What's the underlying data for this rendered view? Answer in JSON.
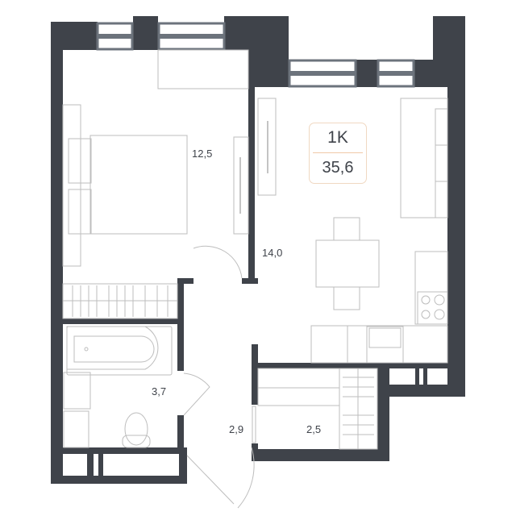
{
  "badge": {
    "type": "1K",
    "total_area": "35,6",
    "accent": "#f0c9a8"
  },
  "rooms": [
    {
      "name": "bedroom",
      "area": "12,5"
    },
    {
      "name": "living-kitchen",
      "area": "14,0"
    },
    {
      "name": "bathroom",
      "area": "3,7"
    },
    {
      "name": "hallway",
      "area": "2,9"
    },
    {
      "name": "storage",
      "area": "2,5"
    }
  ],
  "colors": {
    "wall": "#3f434a",
    "window": "#6c737c",
    "furniture": "#bdbdbd"
  }
}
